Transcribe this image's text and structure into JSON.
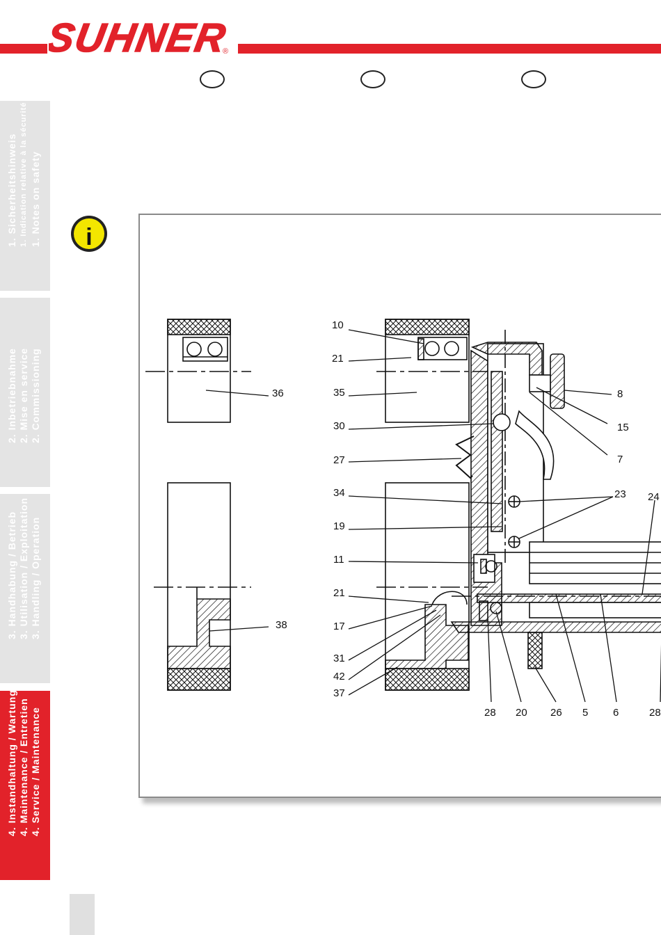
{
  "brand": {
    "name": "SUHNER",
    "registered": "®",
    "color": "#e2222a"
  },
  "language_circles": [
    {
      "name": "lang-circle-de"
    },
    {
      "name": "lang-circle-fr"
    },
    {
      "name": "lang-circle-en"
    }
  ],
  "sidebar": {
    "tabs": [
      {
        "id": "safety",
        "lines": [
          "1. Sicherheitshinweis",
          "1. Indication relative à la sécurité",
          "1. Notes on safety"
        ],
        "active": false
      },
      {
        "id": "commissioning",
        "lines": [
          "2. Inbetriebnahme",
          "2. Mise en service",
          "2. Commissioning"
        ],
        "active": false
      },
      {
        "id": "operation",
        "lines": [
          "3. Handhabung / Betrieb",
          "3. Utilisation / Exploitation",
          "3. Handling / Operation"
        ],
        "active": false
      },
      {
        "id": "maintenance",
        "lines": [
          "4. Instandhaltung / Wartung",
          "4. Maintenance / Entretien",
          "4. Service / Maintenance"
        ],
        "active": true
      }
    ]
  },
  "info_icon": {
    "icon": "info-icon",
    "glyph": "i",
    "color": "#f3e600"
  },
  "drawing": {
    "labels": {
      "l36": "36",
      "l38": "38",
      "l10": "10",
      "l21a": "21",
      "l35": "35",
      "l30": "30",
      "l27": "27",
      "l34": "34",
      "l19": "19",
      "l11": "11",
      "l21b": "21",
      "l17": "17",
      "l31": "31",
      "l42": "42",
      "l37": "37",
      "l8": "8",
      "l15": "15",
      "l7": "7",
      "l23": "23",
      "l24": "24",
      "b28a": "28",
      "b20": "20",
      "b26": "26",
      "b5": "5",
      "b6": "6",
      "b28b": "28"
    }
  }
}
